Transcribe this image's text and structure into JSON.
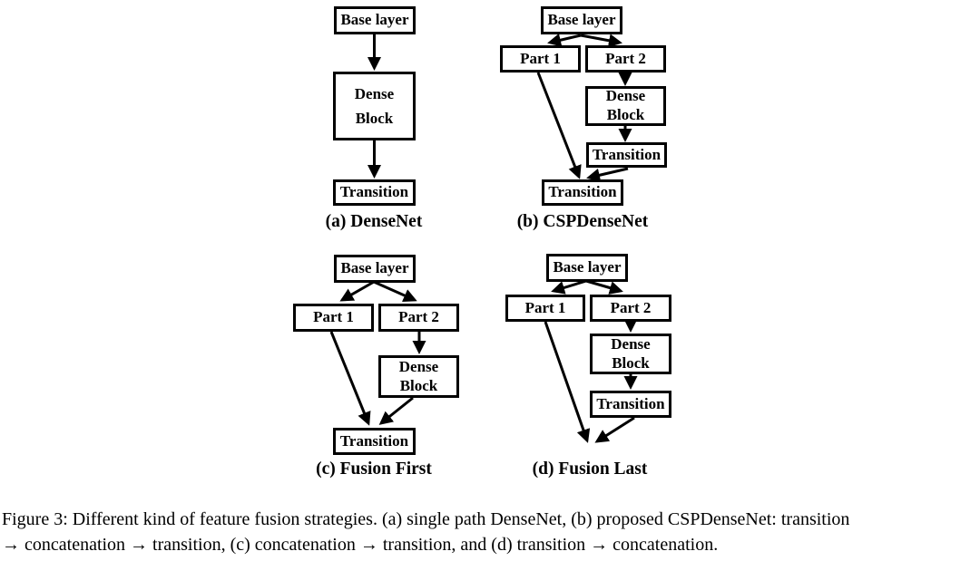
{
  "panels": [
    {
      "caption": "(a) DenseNet",
      "nodes": {
        "base": "Base layer",
        "dense": "Dense\nBlock",
        "transition": "Transition"
      },
      "edges": [
        "base->dense",
        "dense->transition"
      ]
    },
    {
      "caption": "(b) CSPDenseNet",
      "nodes": {
        "base": "Base layer",
        "part1": "Part 1",
        "part2": "Part 2",
        "dense": "Dense\nBlock",
        "transition_upper": "Transition",
        "transition_lower": "Transition"
      },
      "edges": [
        "base->part1",
        "base->part2",
        "part2->dense",
        "dense->transition_upper",
        "part1->transition_lower",
        "transition_upper->transition_lower"
      ]
    },
    {
      "caption": "(c) Fusion First",
      "nodes": {
        "base": "Base layer",
        "part1": "Part 1",
        "part2": "Part 2",
        "dense": "Dense\nBlock",
        "transition": "Transition"
      },
      "edges": [
        "base->part1",
        "base->part2",
        "part2->dense",
        "part1->transition",
        "dense->transition"
      ]
    },
    {
      "caption": "(d) Fusion Last",
      "nodes": {
        "base": "Base layer",
        "part1": "Part 1",
        "part2": "Part 2",
        "dense": "Dense\nBlock",
        "transition": "Transition"
      },
      "edges": [
        "base->part1",
        "base->part2",
        "part2->dense",
        "dense->transition",
        "part1->merge-point",
        "transition->merge-point"
      ]
    }
  ],
  "caption": {
    "line1": "Figure 3: Different kind of feature fusion strategies. (a) single path DenseNet, (b) proposed CSPDenseNet: transition",
    "line2": "→ concatenation → transition, (c) concatenation → transition, and (d) transition → concatenation."
  },
  "colors": {
    "ink": "#000000",
    "background": "#ffffff"
  }
}
